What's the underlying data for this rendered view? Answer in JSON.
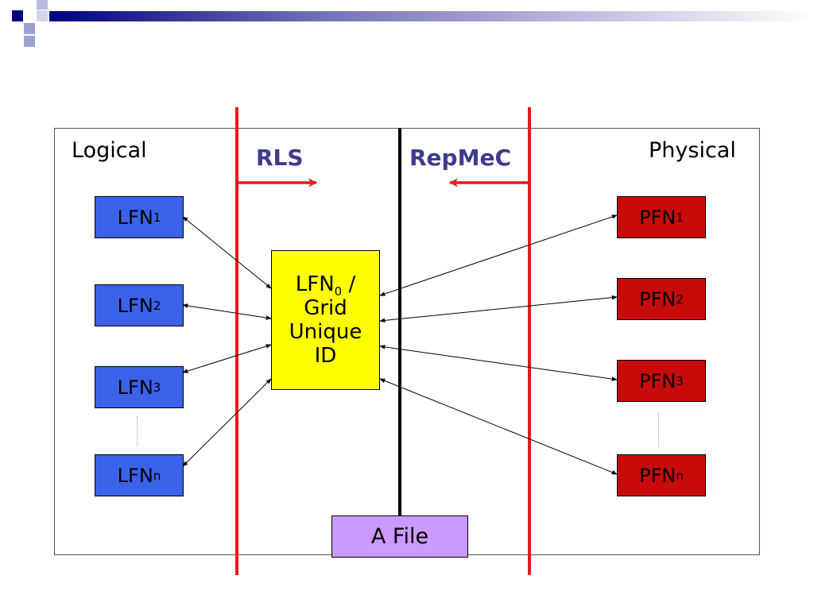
{
  "colors": {
    "logical_node": "#3a62e8",
    "physical_node": "#c80a0a",
    "central_node": "#ffff00",
    "file_node": "#cc99ff",
    "boundary_line": "#e8191e",
    "layer_label": "#3c3c8c",
    "header_accent_dark": "#000080",
    "header_accent_light": "#9ea0d0"
  },
  "regions": {
    "logical_label": "Logical",
    "physical_label": "Physical"
  },
  "layers": {
    "rls": {
      "label": "RLS",
      "direction": "right"
    },
    "repmec": {
      "label": "RepMeC",
      "direction": "left"
    }
  },
  "logical_nodes": [
    {
      "base": "LFN",
      "sub": "1"
    },
    {
      "base": "LFN",
      "sub": "2"
    },
    {
      "base": "LFN",
      "sub": "3"
    },
    {
      "base": "LFN",
      "sub": "n"
    }
  ],
  "physical_nodes": [
    {
      "base": "PFN",
      "sub": "1"
    },
    {
      "base": "PFN",
      "sub": "2"
    },
    {
      "base": "PFN",
      "sub": "3"
    },
    {
      "base": "PFN",
      "sub": "n"
    }
  ],
  "central_node": {
    "line1_base": "LFN",
    "line1_sub": "0",
    "line1_suffix": " /",
    "line2": "Grid",
    "line3": "Unique",
    "line4": "ID"
  },
  "file_node": {
    "label": "A File"
  },
  "edges": [
    {
      "from": "lfn-1",
      "to": "center",
      "bidirectional": true
    },
    {
      "from": "lfn-2",
      "to": "center",
      "bidirectional": true
    },
    {
      "from": "lfn-3",
      "to": "center",
      "bidirectional": true
    },
    {
      "from": "lfn-n",
      "to": "center",
      "bidirectional": true
    },
    {
      "from": "pfn-1",
      "to": "center",
      "bidirectional": true
    },
    {
      "from": "pfn-2",
      "to": "center",
      "bidirectional": true
    },
    {
      "from": "pfn-3",
      "to": "center",
      "bidirectional": true
    },
    {
      "from": "pfn-n",
      "to": "center",
      "bidirectional": true
    }
  ]
}
